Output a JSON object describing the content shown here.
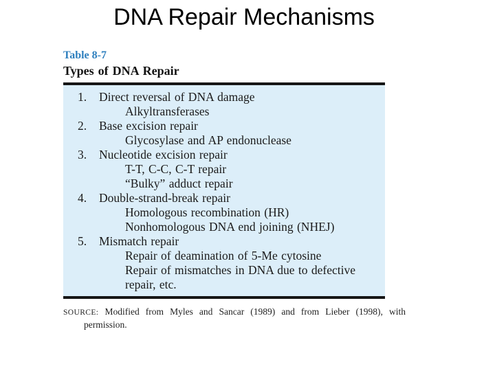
{
  "slide": {
    "title": "DNA Repair Mechanisms"
  },
  "table": {
    "label": "Table 8-7",
    "heading": "Types of DNA Repair",
    "items": [
      {
        "num": "1.",
        "title": "Direct reversal of DNA damage",
        "subs": [
          "Alkyltransferases"
        ]
      },
      {
        "num": "2.",
        "title": "Base excision repair",
        "subs": [
          "Glycosylase and AP endonuclease"
        ]
      },
      {
        "num": "3.",
        "title": "Nucleotide excision repair",
        "subs": [
          "T-T, C-C, C-T repair",
          "“Bulky” adduct repair"
        ]
      },
      {
        "num": "4.",
        "title": "Double-strand-break repair",
        "subs": [
          "Homologous recombination (HR)",
          "Nonhomologous DNA end joining (NHEJ)"
        ]
      },
      {
        "num": "5.",
        "title": "Mismatch repair",
        "subs": [
          "Repair of deamination of 5-Me cytosine",
          "Repair of mismatches in DNA due to defective repair, etc."
        ]
      }
    ],
    "source_label": "SOURCE:",
    "source_text": "Modified from Myles and Sancar (1989) and from Lieber (1998), with permission."
  },
  "colors": {
    "panel_blue": "#dceef9",
    "table_label_blue": "#2e7fbe",
    "rule_black": "#161616",
    "background": "#ffffff"
  }
}
